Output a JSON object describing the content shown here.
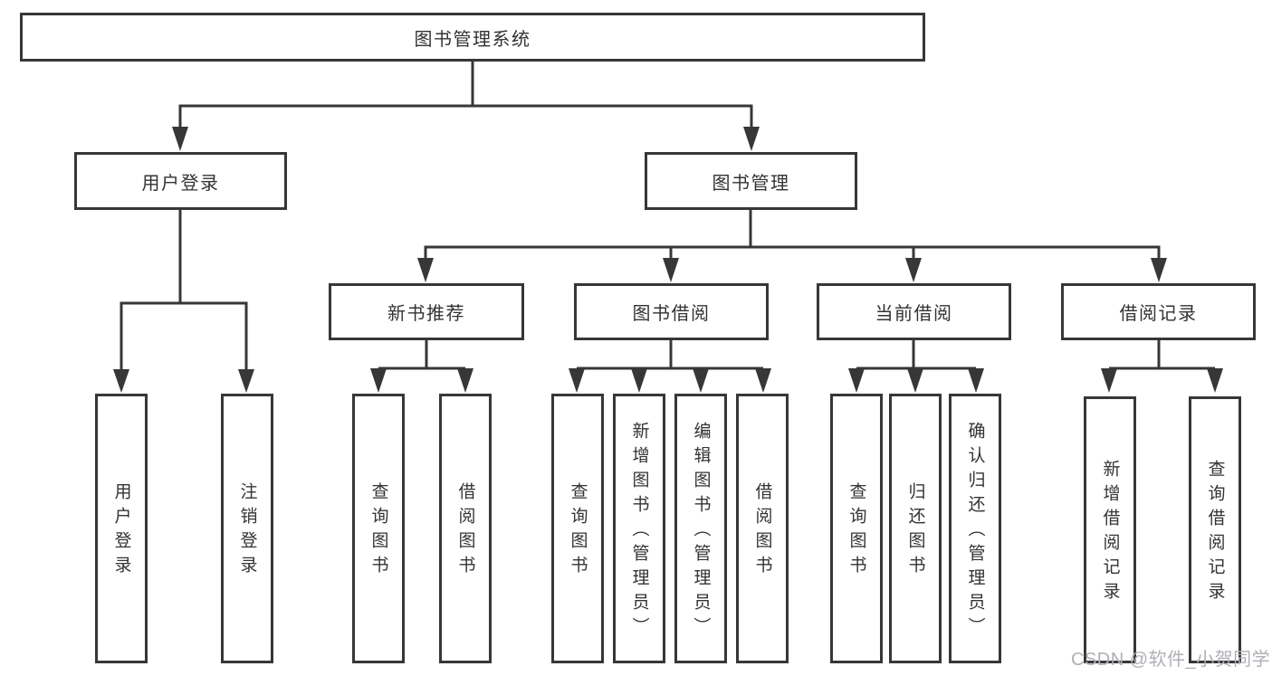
{
  "diagram": {
    "title_node": {
      "label": "图书管理系统"
    },
    "level2": [
      {
        "label": "用户登录",
        "children": [
          "用户登录",
          "注销登录"
        ]
      },
      {
        "label": "图书管理",
        "children": [
          "新书推荐",
          "图书借阅",
          "当前借阅",
          "借阅记录"
        ]
      }
    ],
    "level3": [
      {
        "label": "新书推荐",
        "children": [
          "查询图书",
          "借阅图书"
        ]
      },
      {
        "label": "图书借阅",
        "children": [
          "查询图书",
          "新增图书（管理员）",
          "编辑图书（管理员）",
          "借阅图书"
        ]
      },
      {
        "label": "当前借阅",
        "children": [
          "查询图书",
          "归还图书",
          "确认归还（管理员）"
        ]
      },
      {
        "label": "借阅记录",
        "children": [
          "新增借阅记录",
          "查询借阅记录"
        ]
      }
    ],
    "leaves": [
      {
        "label": "用户登录"
      },
      {
        "label": "注销登录"
      },
      {
        "label": "查询图书"
      },
      {
        "label": "借阅图书"
      },
      {
        "label": "查询图书"
      },
      {
        "label": "新增图书（管理员）"
      },
      {
        "label": "编辑图书（管理员）"
      },
      {
        "label": "借阅图书"
      },
      {
        "label": "查询图书"
      },
      {
        "label": "归还图书"
      },
      {
        "label": "确认归还（管理员）"
      },
      {
        "label": "新增借阅记录"
      },
      {
        "label": "查询借阅记录"
      }
    ],
    "watermark": {
      "text": "CSDN @软件_小贺同学"
    },
    "colors": {
      "line": "#373737",
      "box_border": "#373737",
      "text": "#333333",
      "watermark": "#afafb6",
      "background": "#ffffff"
    }
  }
}
